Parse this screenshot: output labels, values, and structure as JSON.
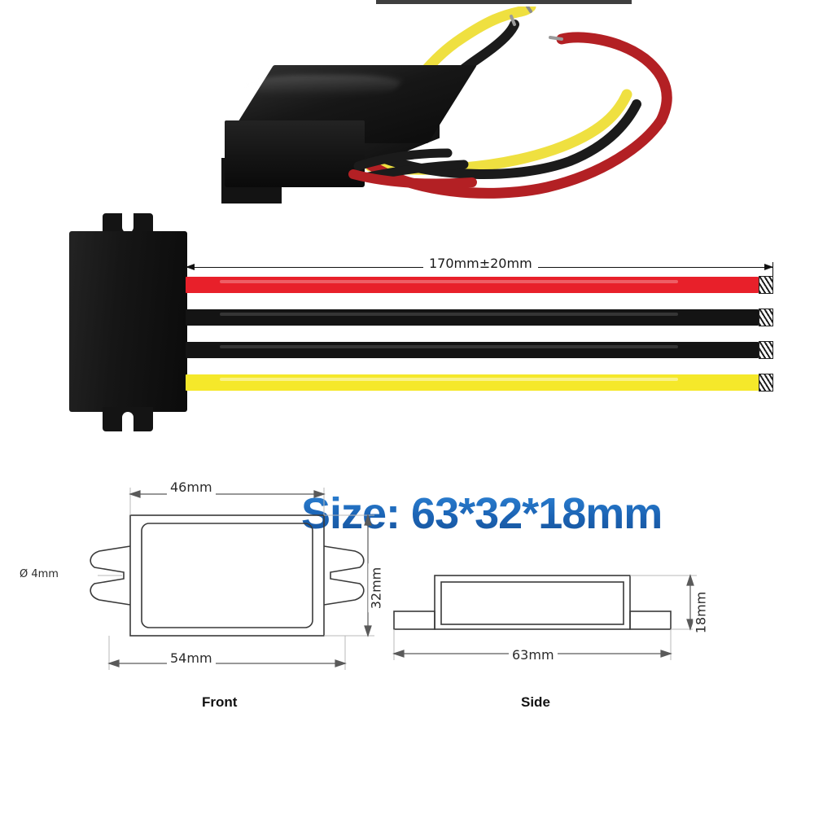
{
  "product": {
    "size_callout": "Size: 63*32*18mm",
    "accent_color": "#1F6FC4"
  },
  "photos": {
    "hero": {
      "name": "angled product photo",
      "wire_colors": [
        "#E02020",
        "#141414",
        "#141414",
        "#EFE040"
      ]
    },
    "flat": {
      "name": "flat module with wire harness",
      "wires": [
        {
          "label": "red wire",
          "color": "#E8202A"
        },
        {
          "label": "black wire",
          "color": "#141414"
        },
        {
          "label": "black wire",
          "color": "#141414"
        },
        {
          "label": "yellow wire",
          "color": "#F5E82A"
        }
      ],
      "wire_length_dim": "170mm±20mm"
    }
  },
  "drawings": {
    "front": {
      "caption": "Front",
      "dim_top": "46mm",
      "dim_bottom": "54mm",
      "dim_right": "32mm",
      "dim_hole": "Ø 4mm"
    },
    "side": {
      "caption": "Side",
      "dim_bottom": "63mm",
      "dim_right": "18mm"
    }
  }
}
